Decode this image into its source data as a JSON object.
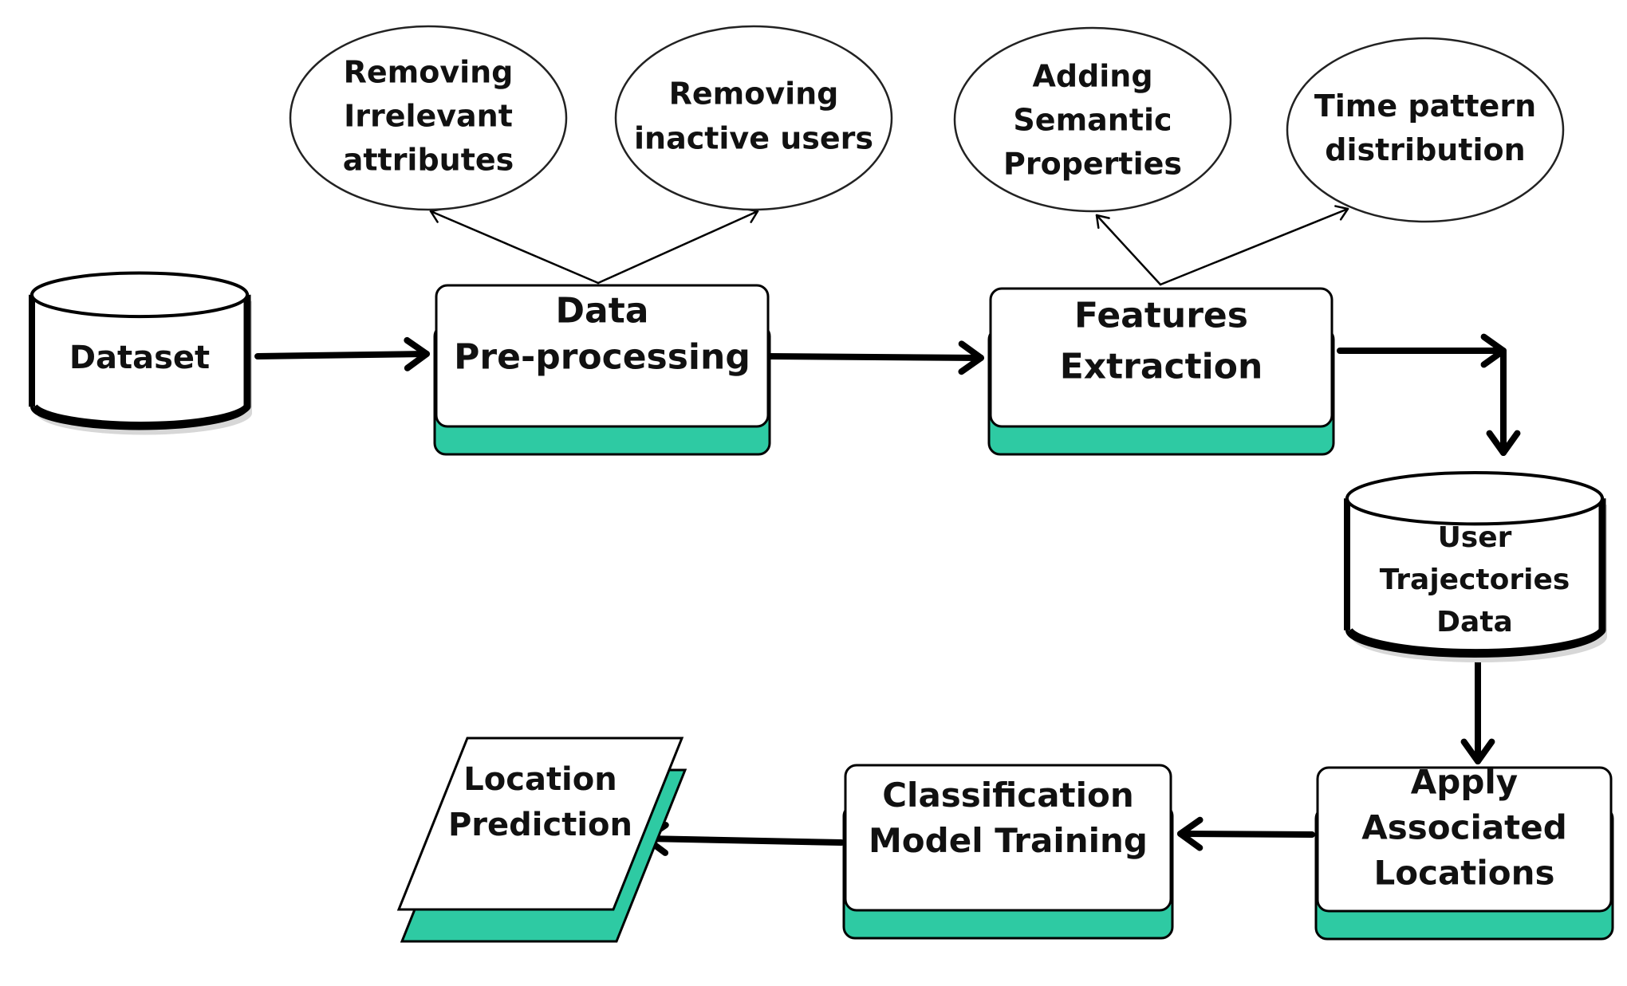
{
  "colors": {
    "stroke": "#000000",
    "fill": "#ffffff",
    "accent": "#2ecaa3",
    "shadow": "#d7d7d7",
    "text": "#111111"
  },
  "nodes": {
    "dataset": {
      "lines": [
        "Dataset"
      ],
      "shape": "cylinder"
    },
    "preprocessing": {
      "lines": [
        "Data",
        "Pre-processing"
      ],
      "shape": "process-box"
    },
    "removing_irrelevant": {
      "lines": [
        "Removing",
        "Irrelevant",
        "attributes"
      ],
      "shape": "ellipse"
    },
    "removing_inactive": {
      "lines": [
        "Removing",
        "inactive users"
      ],
      "shape": "ellipse"
    },
    "features_extraction": {
      "lines": [
        "Features",
        "Extraction"
      ],
      "shape": "process-box"
    },
    "adding_semantic": {
      "lines": [
        "Adding",
        "Semantic",
        "Properties"
      ],
      "shape": "ellipse"
    },
    "time_pattern": {
      "lines": [
        "Time pattern",
        "distribution"
      ],
      "shape": "ellipse"
    },
    "user_trajectories": {
      "lines": [
        "User",
        "Trajectories",
        "Data"
      ],
      "shape": "cylinder"
    },
    "apply_locations": {
      "lines": [
        "Apply",
        "Associated",
        "Locations"
      ],
      "shape": "process-box"
    },
    "classification": {
      "lines": [
        "Classification",
        "Model Training"
      ],
      "shape": "process-box"
    },
    "location_prediction": {
      "lines": [
        "Location",
        "Prediction"
      ],
      "shape": "parallelogram"
    }
  },
  "edges": [
    {
      "from": "dataset",
      "to": "preprocessing"
    },
    {
      "from": "preprocessing",
      "to": "removing_irrelevant"
    },
    {
      "from": "preprocessing",
      "to": "removing_inactive"
    },
    {
      "from": "preprocessing",
      "to": "features_extraction"
    },
    {
      "from": "features_extraction",
      "to": "adding_semantic"
    },
    {
      "from": "features_extraction",
      "to": "time_pattern"
    },
    {
      "from": "features_extraction",
      "to": "user_trajectories"
    },
    {
      "from": "user_trajectories",
      "to": "apply_locations"
    },
    {
      "from": "apply_locations",
      "to": "classification"
    },
    {
      "from": "classification",
      "to": "location_prediction"
    }
  ]
}
